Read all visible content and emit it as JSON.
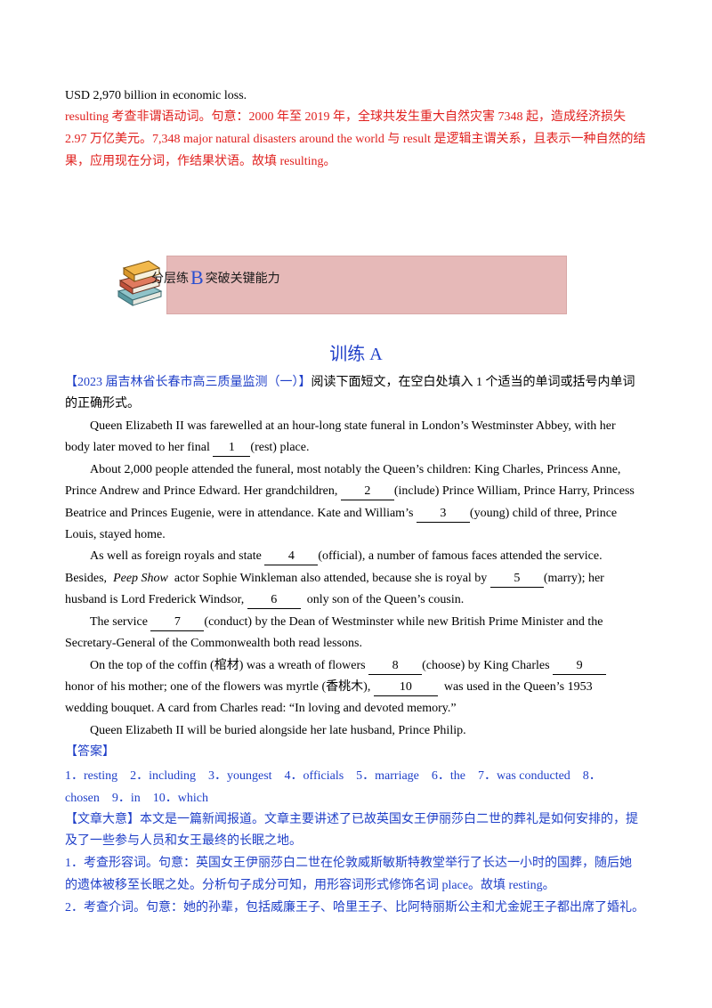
{
  "top": {
    "line1": "USD 2,970 billion in economic loss.",
    "expl1": "resulting 考查非谓语动词。句意：2000 年至 2019 年，全球共发生重大自然灾害 7348 起，造成经济损失",
    "expl2": "2.97 万亿美元。7,348 major natural disasters around the world 与 result 是逻辑主谓关系，且表示一种自然的结",
    "expl3": "果，应用现在分词，作结果状语。故填 resulting。"
  },
  "banner": {
    "prefix": "分层练",
    "letter": "B",
    "suffix": "突破关键能力"
  },
  "section_title": "训练 A",
  "source": {
    "bracket": "【2023 届吉林省长春市高三质量监测（一）】",
    "instr1": "阅读下面短文，在空白处填入 1 个适当的单词或括号内单词",
    "instr2": "的正确形式。"
  },
  "passage": {
    "p1a": "Queen Elizabeth II was farewelled at an hour-long state funeral in London’s Westminster Abbey, with her",
    "p1b_pre": "body later moved to her final",
    "b1": "1",
    "p1b_post": "(rest) place.",
    "p2a": "About 2,000 people attended the funeral, most notably the Queen’s children: King Charles, Princess Anne,",
    "p2b_pre": "Prince Andrew and Prince Edward. Her grandchildren,",
    "b2": "2",
    "p2b_post": "(include) Prince William, Prince Harry, Princess",
    "p2c_pre": "Beatrice and Princes Eugenie, were in attendance. Kate and William’s",
    "b3": "3",
    "p2c_post": "(young) child of three, Prince",
    "p2d": "Louis, stayed home.",
    "p3a_pre": "As well as foreign royals and state",
    "b4": "4",
    "p3a_post": "(official), a number of famous faces attended the service.",
    "p3b_pre": "Besides,",
    "p3b_ital": "Peep Show",
    "p3b_mid": "actor Sophie Winkleman also attended, because she is royal by",
    "b5": "5",
    "p3b_post": "(marry); her",
    "p3c_pre": "husband is Lord Frederick Windsor,",
    "b6": "6",
    "p3c_post": "only son of the Queen’s cousin.",
    "p4a_pre": "The service",
    "b7": "7",
    "p4a_post": "(conduct) by the Dean of Westminster while new British Prime Minister and the",
    "p4b": "Secretary-General of the Commonwealth both read lessons.",
    "p5a_pre": "On the top of the coffin (棺材) was a wreath of flowers",
    "b8": "8",
    "p5a_mid": "(choose) by King Charles",
    "b9": "9",
    "p5b_pre": "honor of his mother; one of the flowers was myrtle (香桃木),",
    "b10": "10",
    "p5b_post": "was used in the Queen’s 1953",
    "p5c": "wedding bouquet. A card from Charles read: “In loving and devoted memory.”",
    "p6": "Queen Elizabeth II will be buried alongside her late husband, Prince Philip."
  },
  "answers": {
    "label": "【答案】",
    "line1": "1．resting　2．including　3．youngest　4．officials　5．marriage　6．the　7．was conducted　8．",
    "line2": "chosen　9．in　10．which"
  },
  "summary": {
    "line1": "【文章大意】本文是一篇新闻报道。文章主要讲述了已故英国女王伊丽莎白二世的葬礼是如何安排的，提",
    "line2": "及了一些参与人员和女王最终的长眠之地。"
  },
  "analysis": {
    "a1_line1": "1．考查形容词。句意：英国女王伊丽莎白二世在伦敦威斯敏斯特教堂举行了长达一小时的国葬，随后她",
    "a1_line2": "的遗体被移至长眠之处。分析句子成分可知，用形容词形式修饰名词 place。故填 resting。",
    "a2_line1": "2．考查介词。句意：她的孙辈，包括威廉王子、哈里王子、比阿特丽斯公主和尤金妮王子都出席了婚礼。"
  },
  "colors": {
    "red": "#e0201e",
    "blue": "#1f3fc8",
    "banner": "#e6b9b8"
  }
}
